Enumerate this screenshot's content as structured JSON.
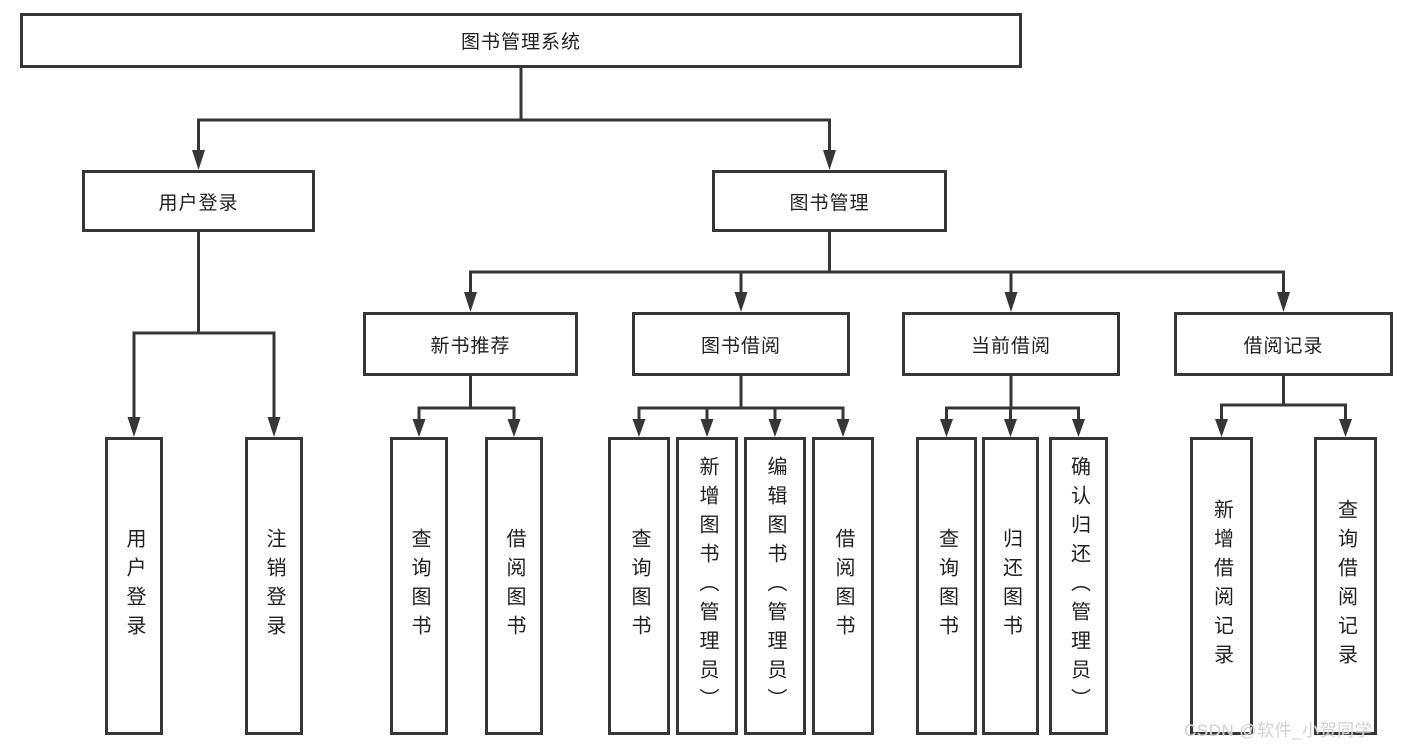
{
  "colors": {
    "line": "#363636",
    "text": "#1f1f1f",
    "box_background": "#ffffff",
    "watermark": "#d0d0d0"
  },
  "root": {
    "label": "图书管理系统"
  },
  "branches": [
    {
      "label": "用户登录"
    },
    {
      "label": "图书管理"
    }
  ],
  "modules": [
    {
      "label": "新书推荐"
    },
    {
      "label": "图书借阅"
    },
    {
      "label": "当前借阅"
    },
    {
      "label": "借阅记录"
    }
  ],
  "leaves": [
    {
      "label": "用户登录"
    },
    {
      "label": "注销登录"
    },
    {
      "label": "查询图书"
    },
    {
      "label": "借阅图书"
    },
    {
      "label": "查询图书"
    },
    {
      "label": "新增图书（管理员）"
    },
    {
      "label": "编辑图书（管理员）"
    },
    {
      "label": "借阅图书"
    },
    {
      "label": "查询图书"
    },
    {
      "label": "归还图书"
    },
    {
      "label": "确认归还（管理员）"
    },
    {
      "label": "新增借阅记录"
    },
    {
      "label": "查询借阅记录"
    }
  ],
  "watermark": "CSDN @软件_小贺同学"
}
